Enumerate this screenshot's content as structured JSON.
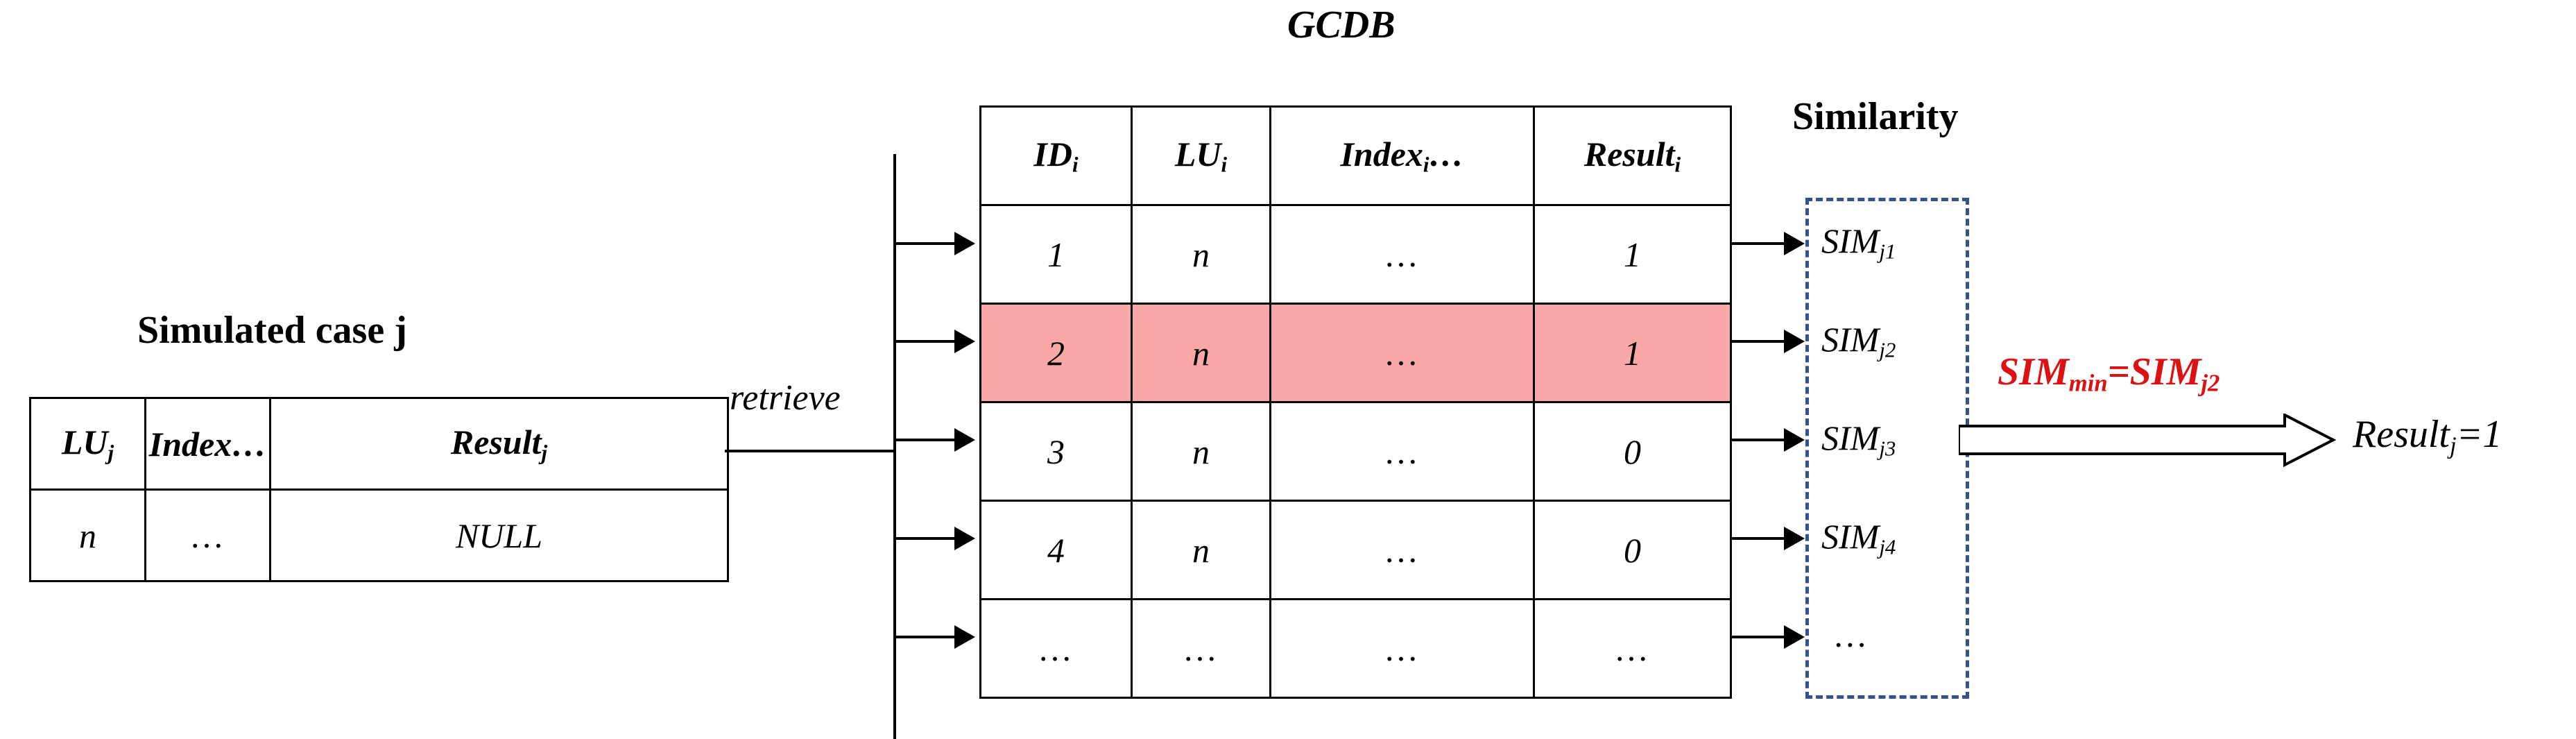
{
  "diagram": {
    "titles": {
      "left_table": "Simulated case j",
      "center_table": "GCDB",
      "similarity": "Similarity"
    },
    "edge_labels": {
      "retrieve": "retrieve"
    },
    "left_table": {
      "headers": [
        "LU",
        "Index…",
        "Result"
      ],
      "header_subs": [
        "j",
        "",
        "j"
      ],
      "rows": [
        {
          "cells": [
            "n",
            "…",
            "NULL"
          ]
        }
      ]
    },
    "center_table": {
      "headers": [
        "ID",
        "LU",
        "Index",
        "Result"
      ],
      "header_subs": [
        "i",
        "i",
        "i",
        "i"
      ],
      "header_index_suffix": "…",
      "rows": [
        {
          "id": "1",
          "lu": "n",
          "index": "…",
          "result": "1",
          "highlight": false
        },
        {
          "id": "2",
          "lu": "n",
          "index": "…",
          "result": "1",
          "highlight": true
        },
        {
          "id": "3",
          "lu": "n",
          "index": "…",
          "result": "0",
          "highlight": false
        },
        {
          "id": "4",
          "lu": "n",
          "index": "…",
          "result": "0",
          "highlight": false
        },
        {
          "id": "…",
          "lu": "…",
          "index": "…",
          "result": "…",
          "highlight": false
        }
      ]
    },
    "similarity_box": {
      "items": [
        "SIM",
        "SIM",
        "SIM",
        "SIM",
        "…"
      ],
      "item_subs": [
        "j1",
        "j2",
        "j3",
        "j4",
        ""
      ]
    },
    "conclusion": {
      "minimum_label_lhs": "SIM",
      "minimum_label_lhs_sub": "min",
      "minimum_label_eq": "=",
      "minimum_label_rhs": "SIM",
      "minimum_label_rhs_sub": "j2",
      "output_label": "Result",
      "output_label_sub": "j",
      "output_value": "=1"
    },
    "colors": {
      "highlight_row": "#F9A7A7",
      "dashed_box_border": "#33538F",
      "accent_red": "#DD1111",
      "line": "#000000"
    }
  }
}
